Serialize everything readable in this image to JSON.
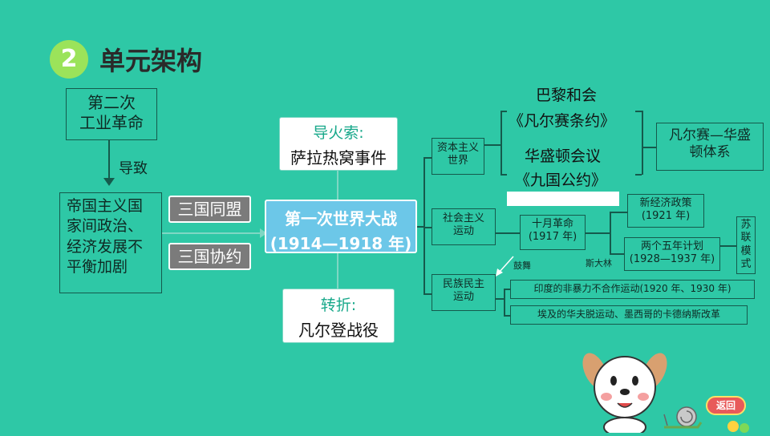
{
  "header": {
    "badge": "2",
    "title": "单元架构"
  },
  "left": {
    "cause_box": "第二次\n工业革命",
    "arrow_label": "导致",
    "contradiction_box": "帝国主义国\n家间政治、\n经济发展不\n平衡加剧",
    "alliance_1": "三国同盟",
    "alliance_2": "三国协约"
  },
  "center": {
    "fuse_label": "导火索:",
    "fuse_event": "萨拉热窝事件",
    "war_title": "第一次世界大战",
    "war_years": "(1914—1918 年)",
    "turning_label": "转折:",
    "turning_event": "凡尔登战役"
  },
  "right": {
    "capitalist_world": "资本主义\n世界",
    "paris": "巴黎和会",
    "versailles": "《凡尔赛条约》",
    "washington": "华盛顿会议",
    "nine_power": "《九国公约》",
    "system": "凡尔赛—华盛\n顿体系",
    "socialist_movement": "社会主义\n运动",
    "october": "十月革命\n(1917 年)",
    "nep": "新经济政策\n(1921 年)",
    "five_year": "两个五年计划\n(1928—1937 年)",
    "soviet_model": "苏\n联\n模\n式",
    "stalin": "斯大林",
    "inspire": "鼓舞",
    "national_movement": "民族民主\n运动",
    "india": "印度的非暴力不合作运动(1920 年、1930 年)",
    "egypt_mexico": "埃及的华夫脱运动、墨西哥的卡德纳斯改革"
  },
  "nav": {
    "back_label": "返回"
  }
}
